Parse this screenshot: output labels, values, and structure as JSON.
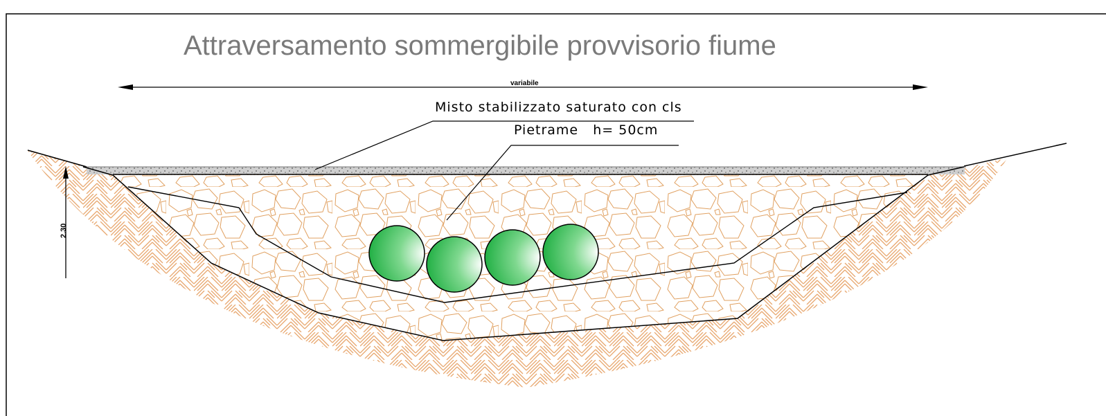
{
  "title": "Attraversamento sommergibile provvisorio  fiume",
  "dimensions": {
    "width_label": "variabile",
    "depth_label": "2.30"
  },
  "labels": {
    "top_layer": "Misto stabilizzato saturato con cls",
    "stone_layer": "Pietrame   h= 50cm"
  },
  "colors": {
    "soil_hatch": "#e8a870",
    "pipe_green": "#22b045",
    "title_gray": "#7a7a7a"
  },
  "pipes": {
    "count": 4
  }
}
